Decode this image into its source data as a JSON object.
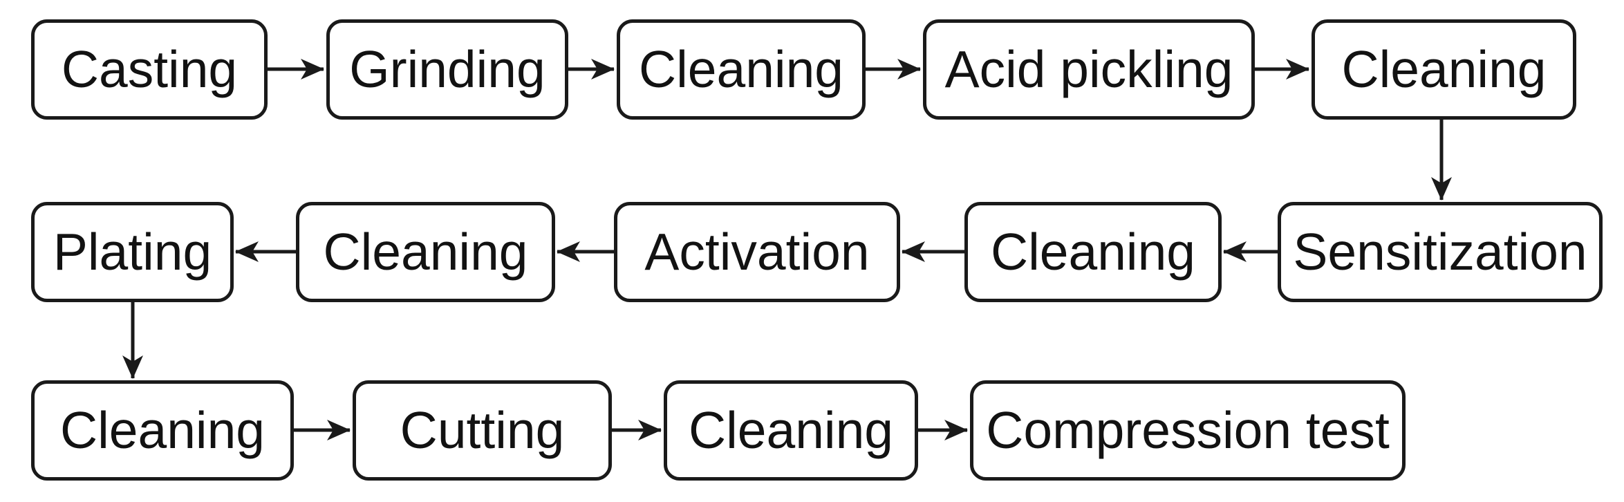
{
  "diagram": {
    "type": "flowchart",
    "rows": [
      {
        "name": "row-1",
        "flow_direction": "left-to-right",
        "boxes": [
          {
            "label": "Casting"
          },
          {
            "label": "Grinding"
          },
          {
            "label": "Cleaning"
          },
          {
            "label": "Acid pickling"
          },
          {
            "label": "Cleaning"
          }
        ]
      },
      {
        "name": "row-2",
        "flow_direction": "right-to-left",
        "boxes": [
          {
            "label": "Plating"
          },
          {
            "label": "Cleaning"
          },
          {
            "label": "Activation"
          },
          {
            "label": "Cleaning"
          },
          {
            "label": "Sensitization"
          }
        ]
      },
      {
        "name": "row-3",
        "flow_direction": "left-to-right",
        "boxes": [
          {
            "label": "Cleaning"
          },
          {
            "label": "Cutting"
          },
          {
            "label": "Cleaning"
          },
          {
            "label": "Compression test"
          }
        ]
      }
    ],
    "process_sequence": [
      "Casting",
      "Grinding",
      "Cleaning",
      "Acid pickling",
      "Cleaning",
      "Sensitization",
      "Cleaning",
      "Activation",
      "Cleaning",
      "Plating",
      "Cleaning",
      "Cutting",
      "Cleaning",
      "Compression test"
    ],
    "colors": {
      "background": "#ffffff",
      "box_fill": "#ffffff",
      "box_border": "#1a1a1a",
      "text": "#121212",
      "arrow": "#1a1a1a"
    }
  }
}
